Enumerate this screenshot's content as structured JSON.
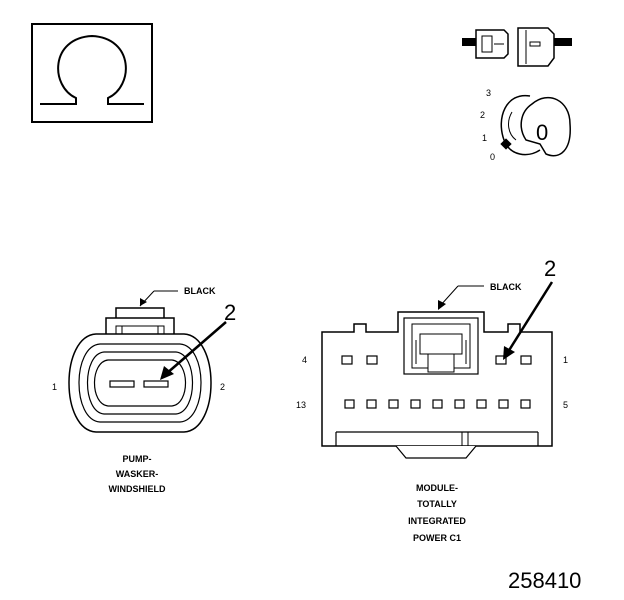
{
  "symbol": {
    "glyph": "Ω",
    "meaning": "resistance-ohms"
  },
  "key_switch": {
    "positions": [
      "3",
      "2",
      "1",
      "0"
    ],
    "key_label": "0"
  },
  "left_connector": {
    "color_label": "BLACK",
    "pin_left": "1",
    "pin_right": "2",
    "callout": "2",
    "name_lines": [
      "PUMP-",
      "WASKER-",
      "WINDSHIELD"
    ]
  },
  "right_connector": {
    "color_label": "BLACK",
    "callout": "2",
    "pin_top_left": "4",
    "pin_top_right": "1",
    "pin_bottom_left": "13",
    "pin_bottom_right": "5",
    "name_lines": [
      "MODULE-",
      "TOTALLY",
      "INTEGRATED",
      "POWER C1"
    ]
  },
  "figure_number": "258410"
}
